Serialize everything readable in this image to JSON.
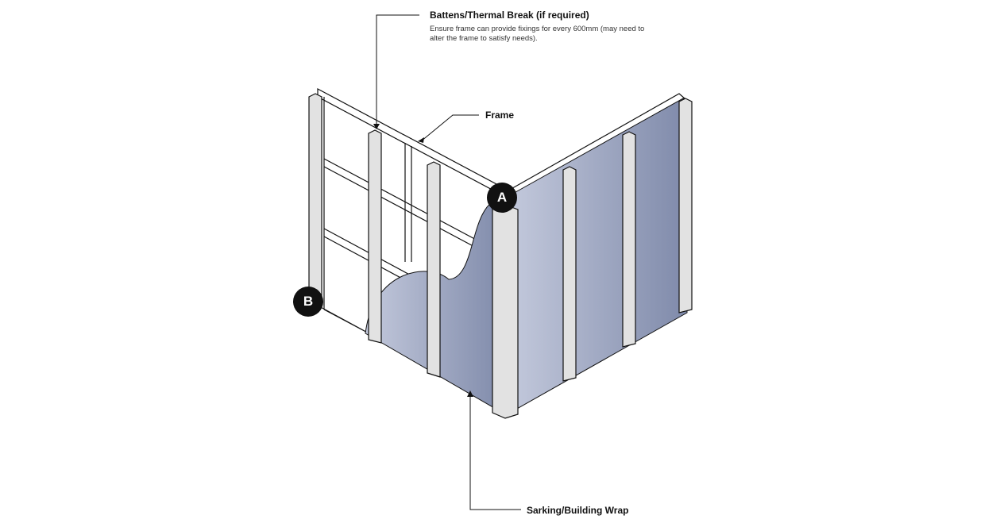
{
  "labels": {
    "battens_title": "Battens/Thermal Break (if required)",
    "battens_note": "Ensure frame can provide fixings for every 600mm (may need to alter the frame to satisfy needs).",
    "frame": "Frame",
    "sarking": "Sarking/Building Wrap"
  },
  "markers": {
    "a": "A",
    "b": "B"
  },
  "colors": {
    "wrap_light": "#c3c9dc",
    "wrap_dark": "#7f8aaa",
    "batten": "#e2e2e2",
    "outline": "#111111"
  }
}
